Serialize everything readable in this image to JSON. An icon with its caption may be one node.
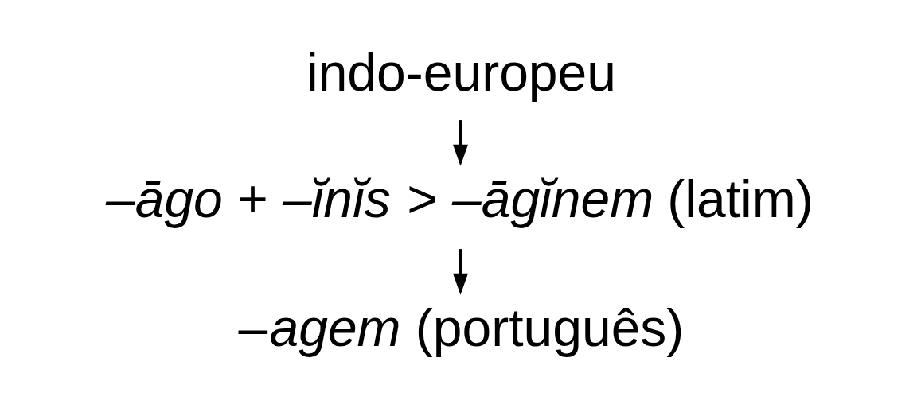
{
  "diagram": {
    "nodes": [
      {
        "text": [
          "indo-europeu"
        ]
      },
      {
        "text": [
          "*–āgo* + *–ĭnĭs* > *–āgĭnem* (latim)"
        ]
      },
      {
        "text": [
          "–*agem* (português)"
        ]
      }
    ],
    "edges": [
      {
        "from": 0,
        "to": 1,
        "arrow": "to"
      },
      {
        "from": 1,
        "to": 2,
        "arrow": "to"
      }
    ]
  }
}
